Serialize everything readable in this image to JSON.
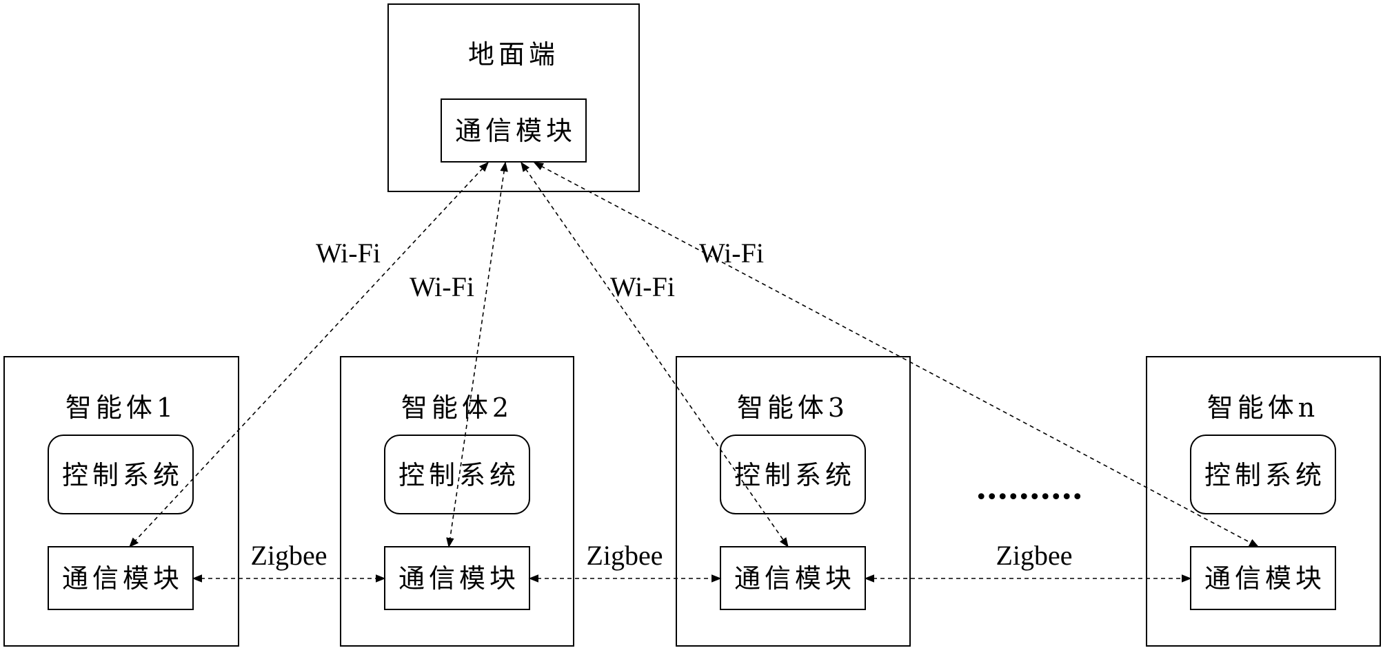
{
  "ground": {
    "title": "地面端",
    "comm_module": "通信模块"
  },
  "agents": [
    {
      "title": "智能体1",
      "control": "控制系统",
      "comm_module": "通信模块"
    },
    {
      "title": "智能体2",
      "control": "控制系统",
      "comm_module": "通信模块"
    },
    {
      "title": "智能体3",
      "control": "控制系统",
      "comm_module": "通信模块"
    },
    {
      "title": "智能体n",
      "control": "控制系统",
      "comm_module": "通信模块"
    }
  ],
  "links": {
    "wifi_label": "Wi-Fi",
    "zigbee_label": "Zigbee"
  },
  "ellipsis": "..........",
  "colors": {
    "line": "#000000",
    "background": "#ffffff"
  }
}
